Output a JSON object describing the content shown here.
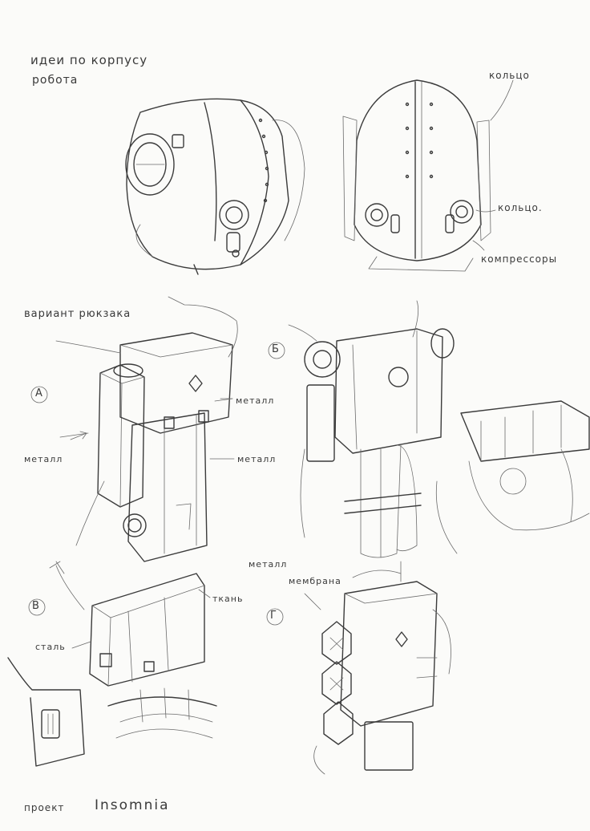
{
  "sheet": {
    "paper_color": "#fbfbf9",
    "ink_color": "#3b3b3b"
  },
  "title": {
    "line1": "идеи по корпусу",
    "line2": "робота"
  },
  "annotations": {
    "ring_top": "кольцо",
    "ring_mid": "кольцо.",
    "compressors": "компрессоры",
    "backpack_variants": "вариант рюкзака",
    "metal_a_right_top": "металл",
    "metal_a_left": "металл",
    "metal_a_right_mid": "металл",
    "metal_b_bottom": "металл",
    "membrane": "мембрана",
    "fabric": "ткань",
    "steel": "сталь",
    "project_prefix": "проект",
    "project_name": "Insomnia"
  },
  "variant_markers": {
    "a": "А",
    "b": "Б",
    "v": "В",
    "g": "Г"
  },
  "icons": [
    "robot-head-side-sketch",
    "robot-head-back-sketch",
    "backpack-variant-a-sketch",
    "backpack-variant-b-sketch",
    "backpack-variant-v-sketch",
    "backpack-variant-g-sketch",
    "robot-shoulder-sketch",
    "strap-buckle-sketch"
  ]
}
